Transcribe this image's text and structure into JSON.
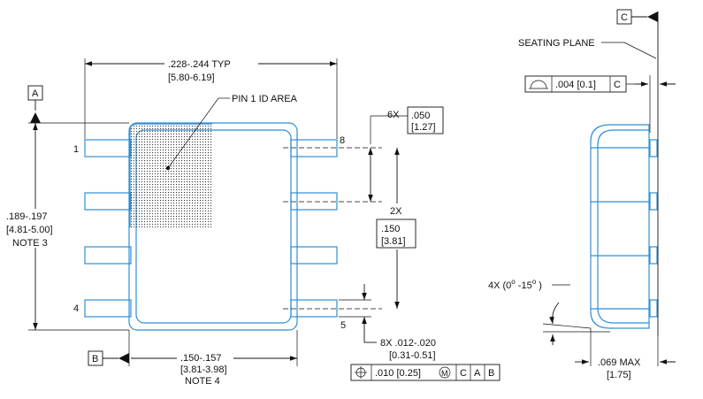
{
  "datums": {
    "a": "A",
    "b": "B",
    "c": "C"
  },
  "top_view": {
    "width_dim": ".228-.244  TYP",
    "width_dim_mm": "[5.80-6.19]",
    "pin1_label": "PIN 1 ID AREA",
    "length_dim": ".189-.197",
    "length_dim_mm": "[4.81-5.00]",
    "length_note": "NOTE 3",
    "pin_1": "1",
    "pin_4": "4",
    "pin_5": "5",
    "pin_8": "8",
    "pitch_count": "6X",
    "pitch": ".050",
    "pitch_mm": "[1.27]",
    "span_count": "2X",
    "span": ".150",
    "span_mm": "[3.81]",
    "lead_width": "8X .012-.020",
    "lead_width_mm": "[0.31-0.51]",
    "body_width": ".150-.157",
    "body_width_mm": "[3.81-3.98]",
    "body_note": "NOTE 4",
    "position_tol": ".010 [0.25]",
    "mmc_symbol": "M",
    "datum_c": "C",
    "datum_a": "A",
    "datum_b": "B"
  },
  "side_view": {
    "seating_plane": "SEATING PLANE",
    "flatness": ".004 [0.1]",
    "flatness_datum": "C",
    "angle": "4X (0",
    "angle_mid": " -15",
    "angle_end": " )",
    "degree": "o",
    "height": ".069 MAX",
    "height_mm": "[1.75]"
  }
}
